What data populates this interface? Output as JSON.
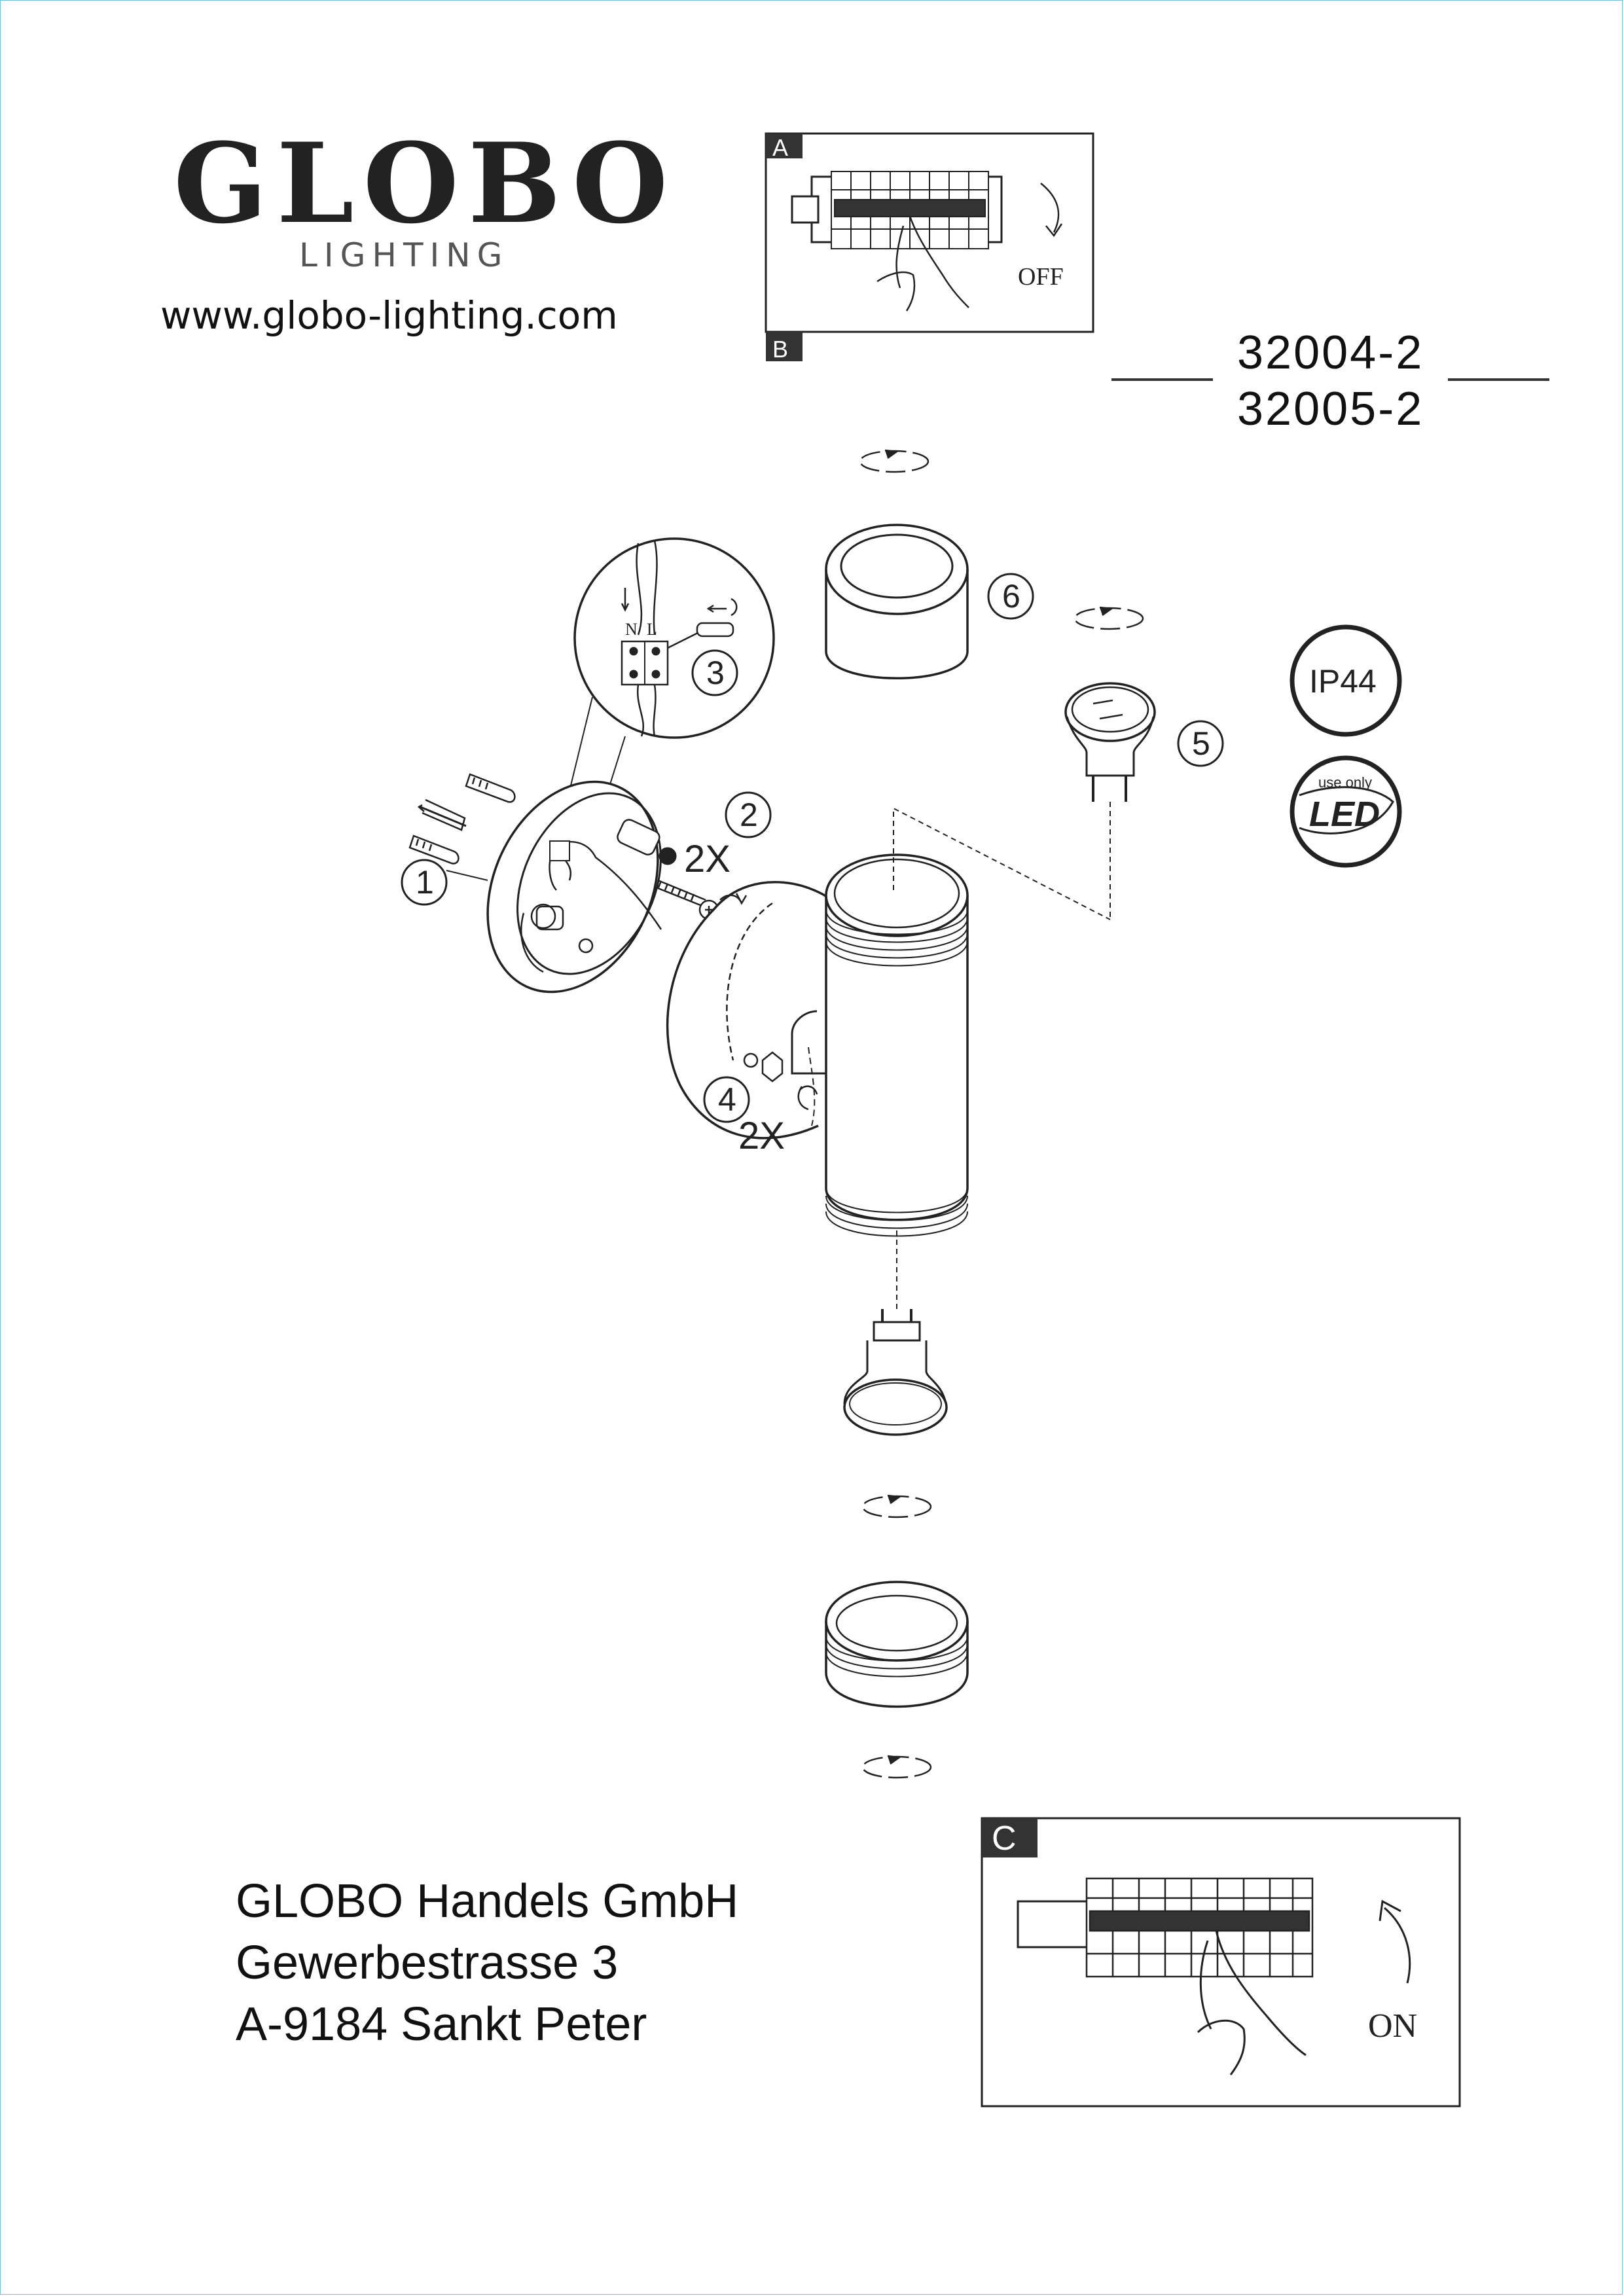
{
  "brand": {
    "logo_name": "GLOBO",
    "logo_sub": "LIGHTING",
    "website": "www.globo-lighting.com"
  },
  "models": [
    "32004-2",
    "32005-2"
  ],
  "panels": {
    "A": {
      "tag": "A",
      "state": "OFF"
    },
    "B": {
      "tag": "B"
    },
    "C": {
      "tag": "C",
      "state": "ON"
    }
  },
  "steps": {
    "s1": "1",
    "s2": "2",
    "s3": "3",
    "s4": "4",
    "s5": "5",
    "s6": "6",
    "qty_2": "2X",
    "qty_4": "2X",
    "terminal_n": "N",
    "terminal_l": "L"
  },
  "badges": {
    "ip": "IP44",
    "led_use_only": "use only",
    "led": "LED"
  },
  "address": {
    "line1": "GLOBO Handels GmbH",
    "line2": "Gewerbestrasse 3",
    "line3": "A-9184 Sankt Peter"
  }
}
